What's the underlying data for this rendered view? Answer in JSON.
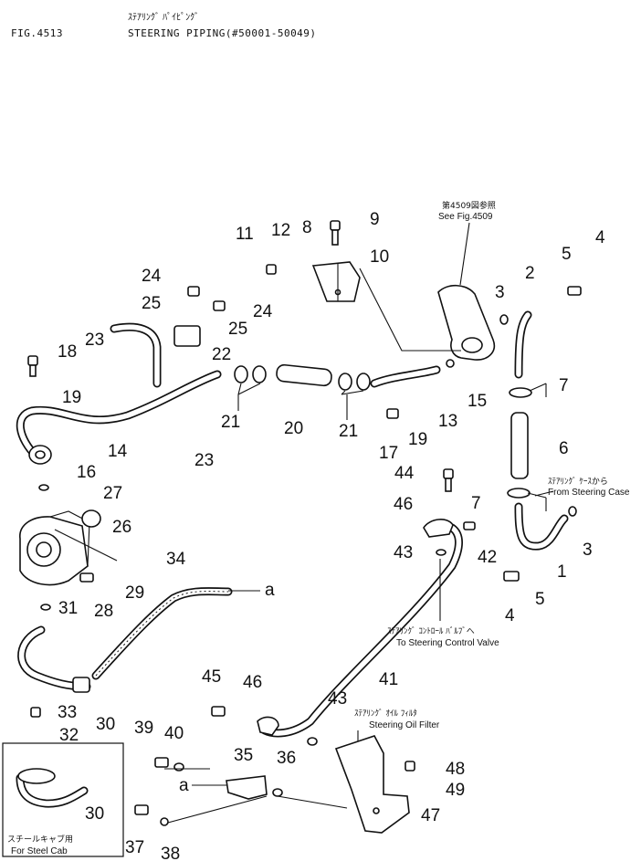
{
  "header": {
    "jp_title": "ｽﾃｱﾘﾝｸﾞ ﾊﾟｲﾋﾟﾝｸﾞ",
    "fig_label": "FIG.4513",
    "title": "STEERING PIPING(#50001-50049)"
  },
  "notes": {
    "see_fig_jp": "第4509図参照",
    "see_fig_en": "See Fig.4509",
    "from_case_jp": "ｽﾃｱﾘﾝｸﾞ ｹｰｽから",
    "from_case_en": "From Steering Case",
    "to_valve_jp": "ｽﾃｱﾘﾝｸﾞ ｺﾝﾄﾛｰﾙ ﾊﾞﾙﾌﾞへ",
    "to_valve_en": "To Steering Control Valve",
    "filter_jp": "ｽﾃｱﾘﾝｸﾞ ｵｲﾙ ﾌｨﾙﾀ",
    "filter_en": "Steering Oil Filter",
    "steel_cab_jp": "スチールキャブ用",
    "steel_cab_en": "For Steel Cab",
    "ref_a": "a"
  },
  "callouts": [
    "1",
    "2",
    "3",
    "4",
    "5",
    "6",
    "7",
    "8",
    "9",
    "10",
    "11",
    "12",
    "13",
    "14",
    "15",
    "16",
    "17",
    "18",
    "19",
    "20",
    "21",
    "22",
    "23",
    "24",
    "25",
    "26",
    "27",
    "28",
    "29",
    "30",
    "31",
    "32",
    "33",
    "34",
    "35",
    "36",
    "37",
    "38",
    "39",
    "40",
    "41",
    "42",
    "43",
    "44",
    "45",
    "46",
    "47",
    "48",
    "49"
  ]
}
